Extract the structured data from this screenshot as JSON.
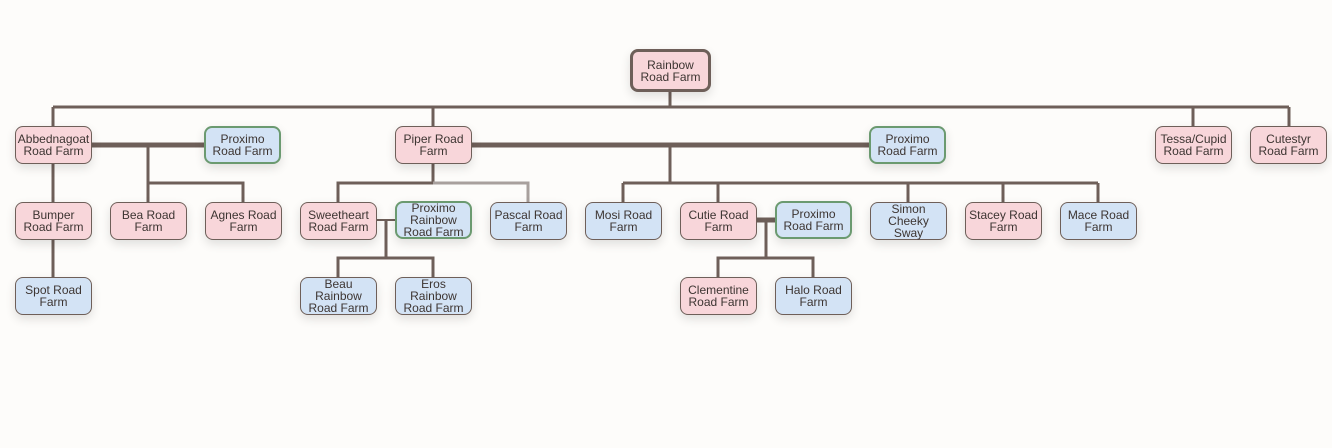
{
  "diagram": {
    "title": "Rainbow Road Farm family tree",
    "colors": {
      "background": "#fdfcfa",
      "line": "#6e5f59",
      "line_faded": "#a8a09d",
      "female_fill": "#f8d6da",
      "male_fill": "#d3e3f5",
      "partner_border": "#6b9a70",
      "node_border": "#6e5f59"
    },
    "nodes": [
      {
        "id": "rainbow",
        "label": "Rainbow Road Farm",
        "color": "pink",
        "type": "root"
      },
      {
        "id": "abbednagoat",
        "label": "Abbednagoat Road Farm",
        "color": "pink",
        "parent": "rainbow"
      },
      {
        "id": "proximo1",
        "label": "Proximo Road Farm",
        "color": "blue",
        "type": "partner",
        "partner_of": "abbednagoat"
      },
      {
        "id": "piper",
        "label": "Piper Road Farm",
        "color": "pink",
        "parent": "rainbow"
      },
      {
        "id": "proximo2",
        "label": "Proximo Road Farm",
        "color": "blue",
        "type": "partner",
        "partner_of": "piper"
      },
      {
        "id": "tessa",
        "label": "Tessa/Cupid Road Farm",
        "color": "pink",
        "parent": "rainbow"
      },
      {
        "id": "cutestyr",
        "label": "Cutestyr Road Farm",
        "color": "pink",
        "parent": "rainbow"
      },
      {
        "id": "bumper",
        "label": "Bumper Road Farm",
        "color": "pink",
        "parent": "abbednagoat"
      },
      {
        "id": "bea",
        "label": "Bea Road Farm",
        "color": "pink",
        "parent": "abbednagoat"
      },
      {
        "id": "agnes",
        "label": "Agnes Road Farm",
        "color": "pink",
        "parent": "abbednagoat"
      },
      {
        "id": "sweetheart",
        "label": "Sweetheart Road Farm",
        "color": "pink",
        "parent": "piper"
      },
      {
        "id": "proximo_rainbow",
        "label": "Proximo Rainbow Road Farm",
        "color": "blue",
        "type": "partner",
        "partner_of": "sweetheart"
      },
      {
        "id": "pascal",
        "label": "Pascal Road Farm",
        "color": "blue",
        "parent": "piper",
        "faded_link": true
      },
      {
        "id": "mosi",
        "label": "Mosi Road Farm",
        "color": "blue",
        "parent": "piper"
      },
      {
        "id": "cutie",
        "label": "Cutie Road Farm",
        "color": "pink",
        "parent": "piper"
      },
      {
        "id": "proximo3",
        "label": "Proximo Road Farm",
        "color": "blue",
        "type": "partner",
        "partner_of": "cutie"
      },
      {
        "id": "simon",
        "label": "Simon Cheeky Sway",
        "color": "blue",
        "parent": "piper"
      },
      {
        "id": "stacey",
        "label": "Stacey Road Farm",
        "color": "pink",
        "parent": "piper"
      },
      {
        "id": "mace",
        "label": "Mace Road Farm",
        "color": "blue",
        "parent": "piper"
      },
      {
        "id": "spot",
        "label": "Spot Road Farm",
        "color": "blue",
        "parent": "bumper"
      },
      {
        "id": "beau",
        "label": "Beau Rainbow Road Farm",
        "color": "blue",
        "parent": "sweetheart"
      },
      {
        "id": "eros",
        "label": "Eros Rainbow Road Farm",
        "color": "blue",
        "parent": "sweetheart"
      },
      {
        "id": "clementine",
        "label": "Clementine Road Farm",
        "color": "pink",
        "parent": "cutie"
      },
      {
        "id": "halo",
        "label": "Halo Road Farm",
        "color": "blue",
        "parent": "cutie"
      }
    ]
  }
}
